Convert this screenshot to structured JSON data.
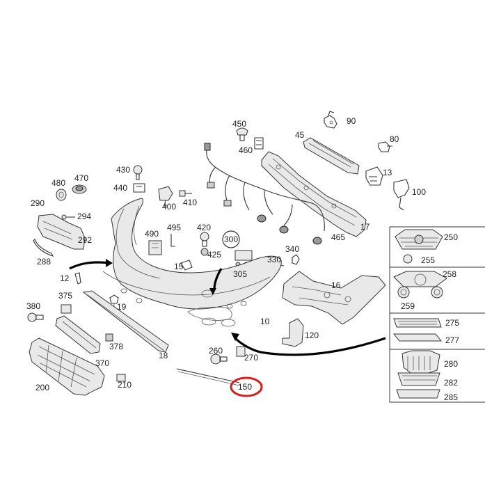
{
  "diagram": {
    "part_numbers": {
      "p90": "90",
      "p450": "450",
      "p45": "45",
      "p460": "460",
      "p80": "80",
      "p13": "13",
      "p430": "430",
      "p470": "470",
      "p480": "480",
      "p440": "440",
      "p400": "400",
      "p410": "410",
      "p100": "100",
      "p290": "290",
      "p294": "294",
      "p292": "292",
      "p288": "288",
      "p17": "17",
      "p465": "465",
      "p490": "490",
      "p495": "495",
      "p420": "420",
      "p300": "300",
      "p250": "250",
      "p255": "255",
      "p15": "15",
      "p425": "425",
      "p340": "340",
      "p330": "330",
      "p305": "305",
      "p258": "258",
      "p12": "12",
      "p16": "16",
      "p259": "259",
      "p375": "375",
      "p19": "19",
      "p380": "380",
      "p10": "10",
      "p275": "275",
      "p277": "277",
      "p120": "120",
      "p378": "378",
      "p260": "260",
      "p18": "18",
      "p370": "370",
      "p270": "270",
      "p280": "280",
      "p210": "210",
      "p200": "200",
      "p282": "282",
      "p150": "150",
      "p285": "285"
    },
    "highlight": {
      "part": "150",
      "color": "#d42020"
    }
  }
}
